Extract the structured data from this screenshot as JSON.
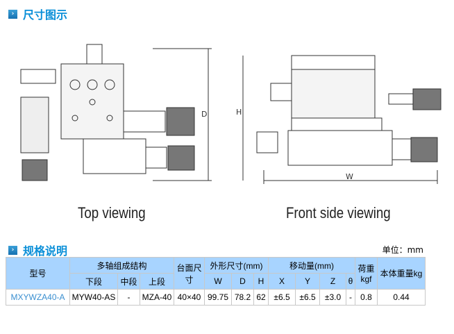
{
  "sections": {
    "dimensions": "尺寸图示",
    "specs": "规格说明"
  },
  "drawing": {
    "top_caption": "Top viewing",
    "front_caption": "Front side viewing",
    "labels": {
      "d": "D",
      "h": "H",
      "w": "W"
    }
  },
  "unit": "单位：mm",
  "table": {
    "headers": {
      "model": "型号",
      "structure": "多轴组成结构",
      "lower": "下段",
      "middle": "中段",
      "upper": "上段",
      "table_size": "台面尺寸",
      "outer": "外形尺寸(mm)",
      "w": "W",
      "d": "D",
      "h": "H",
      "travel": "移动量(mm)",
      "x": "X",
      "y": "Y",
      "z": "Z",
      "theta": "θ",
      "load": "荷重kgf",
      "weight": "本体重量kg"
    },
    "rows": [
      {
        "model": "MXYWZA40-A",
        "lower": "MYW40-AS",
        "middle": "-",
        "upper": "MZA-40",
        "table_size": "40×40",
        "w": "99.75",
        "d": "78.2",
        "h": "62",
        "x": "±6.5",
        "y": "±6.5",
        "z": "±3.0",
        "theta": "-",
        "load": "0.8",
        "weight": "0.44"
      }
    ]
  }
}
